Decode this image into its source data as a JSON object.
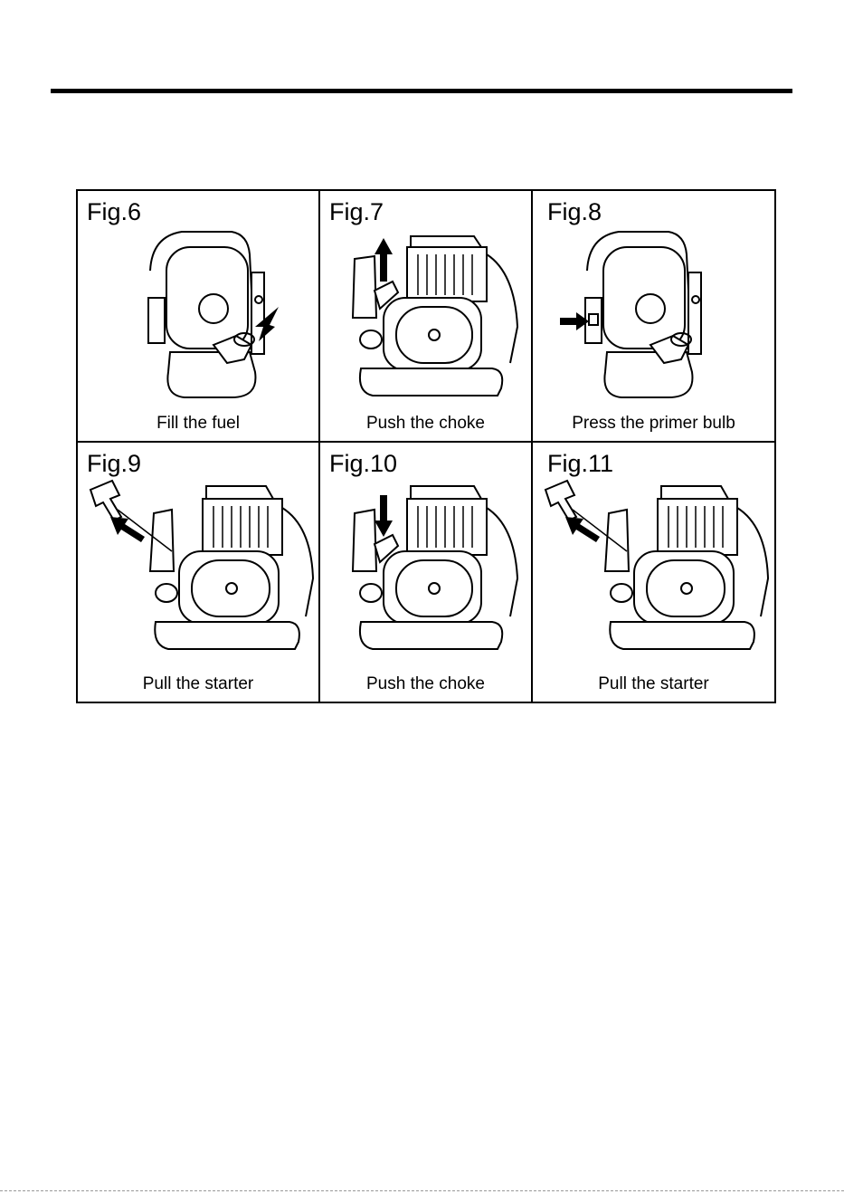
{
  "figures": [
    {
      "label": "Fig.6",
      "caption": "Fill the fuel",
      "view": "side",
      "arrow": "fuel-cap"
    },
    {
      "label": "Fig.7",
      "caption": "Push the choke",
      "view": "front",
      "arrow": "choke-up"
    },
    {
      "label": "Fig.8",
      "caption": "Press the primer bulb",
      "view": "side",
      "arrow": "primer"
    },
    {
      "label": "Fig.9",
      "caption": "Pull the starter",
      "view": "front",
      "arrow": "starter"
    },
    {
      "label": "Fig.10",
      "caption": "Push the choke",
      "view": "front",
      "arrow": "choke-down"
    },
    {
      "label": "Fig.11",
      "caption": "Pull the starter",
      "view": "front",
      "arrow": "starter"
    }
  ],
  "colors": {
    "ink": "#000000",
    "paper": "#ffffff"
  }
}
